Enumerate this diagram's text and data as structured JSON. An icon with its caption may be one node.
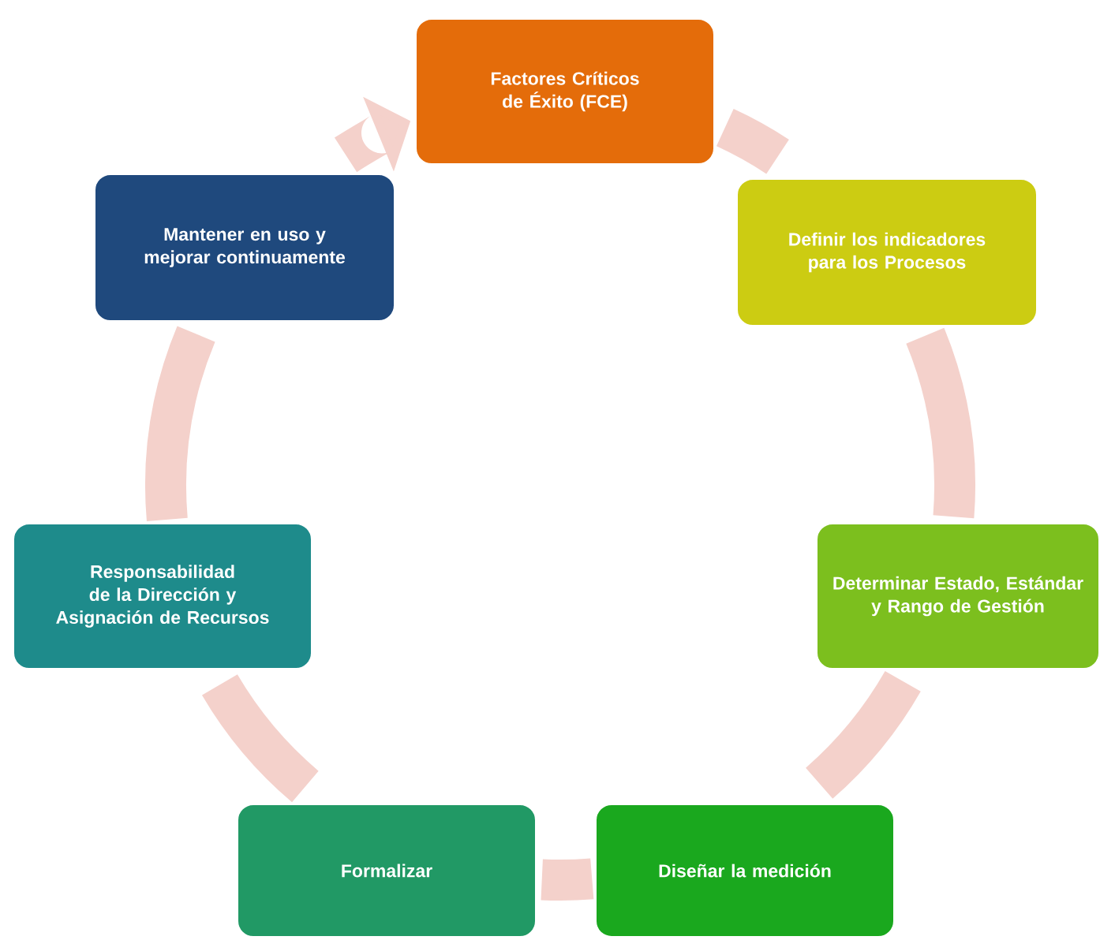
{
  "diagram": {
    "nodes": [
      {
        "text": [
          "Factores Críticos de Éxito (FCE)"
        ]
      },
      {
        "text": [
          "Definir los indicadores para los Procesos"
        ]
      },
      {
        "text": [
          "Determinar Estado, Estándar y Rango de Gestión"
        ]
      },
      {
        "text": [
          "Diseñar la medición"
        ]
      },
      {
        "text": [
          "Formalizar"
        ]
      },
      {
        "text": [
          "Responsabilidad de la Dirección y Asignación de Recursos"
        ]
      },
      {
        "text": [
          "Mantener en uso y mejorar continuamente"
        ]
      }
    ],
    "edges": [
      {
        "from": 0,
        "to": 1,
        "arrow": "none"
      },
      {
        "from": 1,
        "to": 2,
        "arrow": "none"
      },
      {
        "from": 2,
        "to": 3,
        "arrow": "none"
      },
      {
        "from": 3,
        "to": 4,
        "arrow": "none"
      },
      {
        "from": 4,
        "to": 5,
        "arrow": "none"
      },
      {
        "from": 5,
        "to": 6,
        "arrow": "none"
      },
      {
        "from": 6,
        "to": 0,
        "arrow": "to"
      }
    ]
  }
}
